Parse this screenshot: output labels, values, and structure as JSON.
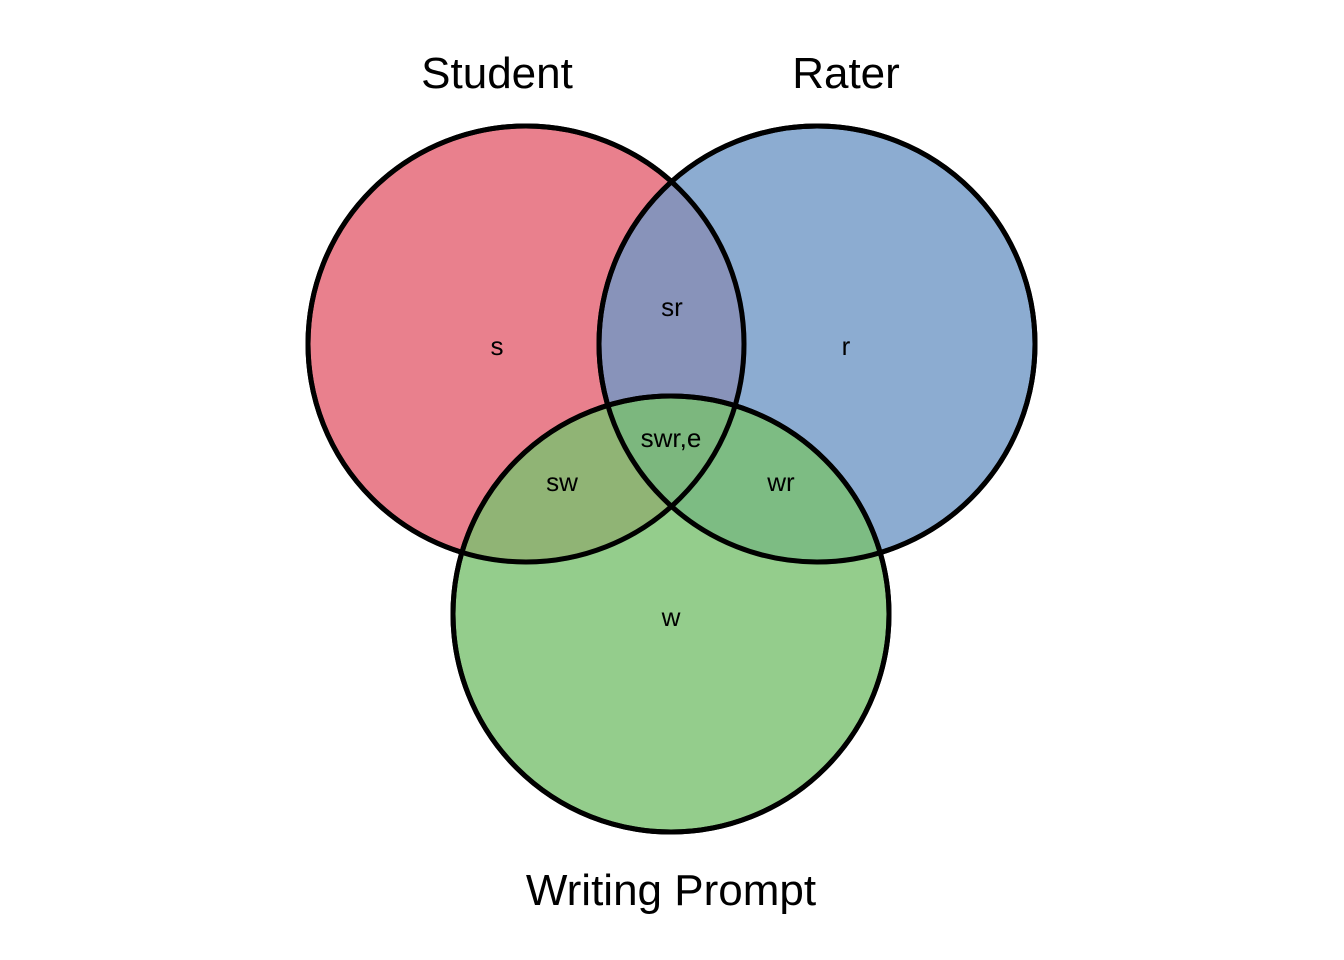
{
  "diagram": {
    "type": "venn",
    "sets": [
      {
        "id": "student",
        "title": "Student",
        "color": "#e36070"
      },
      {
        "id": "rater",
        "title": "Rater",
        "color": "#6f97c5"
      },
      {
        "id": "prompt",
        "title": "Writing Prompt",
        "color": "#79c06f"
      }
    ],
    "fill_opacity": 0.8,
    "outline_color": "#000000",
    "regions": {
      "s": "s",
      "r": "r",
      "w": "w",
      "sr": "sr",
      "sw": "sw",
      "wr": "wr",
      "swr": "swr,e"
    }
  }
}
